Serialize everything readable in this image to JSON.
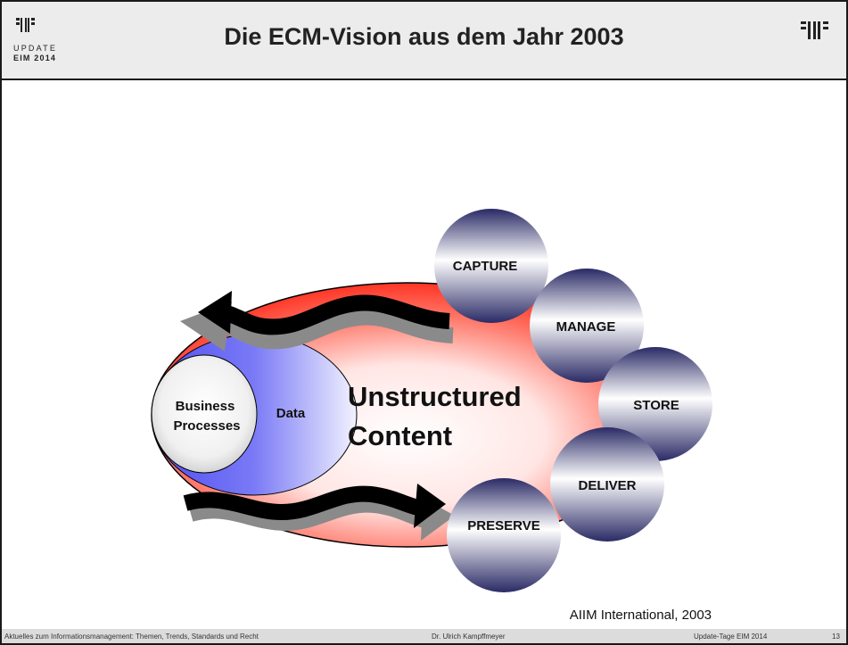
{
  "header": {
    "title": "Die ECM-Vision aus dem Jahr 2003",
    "logo_line1": "UPDATE",
    "logo_line2": "EIM 2014"
  },
  "diagram": {
    "center_label_line1": "Unstructured",
    "center_label_line2": "Content",
    "data_label": "Data",
    "business_line1": "Business",
    "business_line2": "Processes",
    "stages": [
      "CAPTURE",
      "MANAGE",
      "STORE",
      "DELIVER",
      "PRESERVE"
    ]
  },
  "citation": "AIIM International, 2003",
  "footer": {
    "left": "Aktuelles zum Informationsmanagement: Themen, Trends, Standards und Recht",
    "middle": "Dr. Ulrich Kampffmeyer",
    "right": "Update-Tage EIM 2014",
    "page": "13"
  },
  "colors": {
    "ellipse_red": "#ff2a1a",
    "data_blue": "#4e4ef2",
    "sphere_navy": "#2a2a66",
    "arrow_black": "#000000",
    "arrow_shadow": "#8a8a8a"
  }
}
